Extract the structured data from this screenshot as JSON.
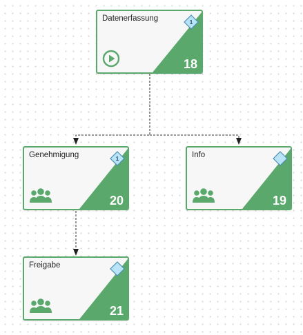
{
  "nodes": [
    {
      "id": "datenerfassung",
      "title": "Datenerfassung",
      "number": "18",
      "badge_text": "1",
      "icon": "play-circle-icon"
    },
    {
      "id": "genehmigung",
      "title": "Genehmigung",
      "number": "20",
      "badge_text": "1",
      "icon": "group-icon"
    },
    {
      "id": "info",
      "title": "Info",
      "number": "19",
      "badge_text": "",
      "icon": "group-icon"
    },
    {
      "id": "freigabe",
      "title": "Freigabe",
      "number": "21",
      "badge_text": "",
      "icon": "group-icon"
    }
  ],
  "colors": {
    "accent_green": "#5aa86c",
    "card_background": "#f7f7f7",
    "badge_fill": "#b9e4f7",
    "badge_stroke": "#4b8fb3",
    "connector": "#333333"
  }
}
